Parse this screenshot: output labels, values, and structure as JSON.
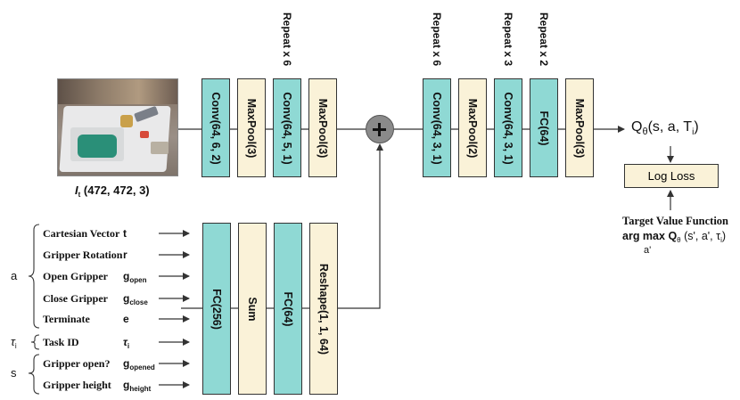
{
  "input_image": {
    "caption_symbol": "I",
    "caption_sub": "t",
    "caption_dims": " (472, 472, 3)"
  },
  "image_branch": {
    "blocks": [
      "Conv(64, 6, 2)",
      "MaxPool(3)",
      "Conv(64, 5, 1)",
      "MaxPool(3)"
    ],
    "repeat": "Repeat x 6"
  },
  "merged_branch": {
    "blocks": [
      "Conv(64, 3, 1)",
      "MaxPool(2)",
      "Conv(64, 3, 1)",
      "FC(64)",
      "MaxPool(3)"
    ],
    "repeats": [
      "Repeat x 6",
      "Repeat x 3",
      "Repeat x 2"
    ]
  },
  "action_branch": {
    "blocks": [
      "FC(256)",
      "Sum",
      "FC(64)",
      "Reshape(1, 1, 64)"
    ]
  },
  "inputs": [
    {
      "label": "Cartesian Vector",
      "symbol": "t",
      "sub": ""
    },
    {
      "label": "Gripper Rotation",
      "symbol": "r",
      "sub": ""
    },
    {
      "label": "Open Gripper",
      "symbol": "g",
      "sub": "open"
    },
    {
      "label": "Close Gripper",
      "symbol": "g",
      "sub": "close"
    },
    {
      "label": "Terminate",
      "symbol": "e",
      "sub": ""
    },
    {
      "label": "Task ID",
      "symbol": "τ",
      "sub": "i"
    },
    {
      "label": "Gripper open?",
      "symbol": "g",
      "sub": "opened"
    },
    {
      "label": "Gripper height",
      "symbol": "g",
      "sub": "height"
    }
  ],
  "group_labels": {
    "a": "a",
    "tau": "τ",
    "tau_sub": "i",
    "s": "s"
  },
  "output": {
    "q_symbol": "Q",
    "q_sub": "θ",
    "q_args": "(s, a, T",
    "q_args_sub": "i",
    "q_close": ")",
    "loss": "Log Loss",
    "target_title": "Target Value Function",
    "target_expr": "arg max",
    "target_q": "Q",
    "target_q_sub": "θ",
    "target_args": " (s', a', τ",
    "target_args_sub": "i",
    "target_close": ")",
    "target_under": "a'"
  },
  "colors": {
    "conv_fc": "#8fd9d4",
    "pool_sum": "#faf2d8"
  }
}
